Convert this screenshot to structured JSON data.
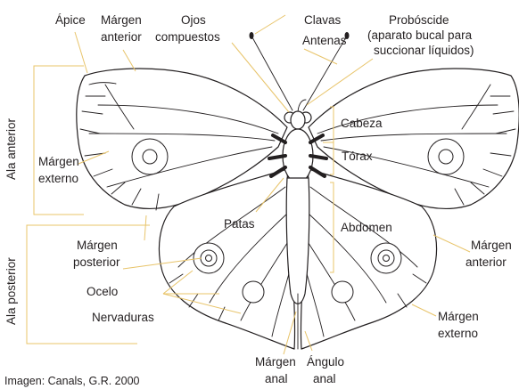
{
  "labels": {
    "apice": "Ápice",
    "margen_anterior_1": "Márgen",
    "margen_anterior_2": "anterior",
    "ojos_1": "Ojos",
    "ojos_2": "compuestos",
    "clavas": "Clavas",
    "proboscide_1": "Probóscide",
    "proboscide_2": "(aparato bucal para",
    "proboscide_3": "succionar líquidos)",
    "antenas": "Antenas",
    "cabeza": "Cabeza",
    "torax": "Tórax",
    "abdomen": "Abdomen",
    "patas": "Patas",
    "margen_externo_izq_1": "Márgen",
    "margen_externo_izq_2": "externo",
    "margen_posterior_1": "Márgen",
    "margen_posterior_2": "posterior",
    "ocelo": "Ocelo",
    "nervaduras": "Nervaduras",
    "margen_anal_1": "Márgen",
    "margen_anal_2": "anal",
    "angulo_anal_1": "Ángulo",
    "angulo_anal_2": "anal",
    "margen_anterior_der_1": "Márgen",
    "margen_anterior_der_2": "anterior",
    "margen_externo_der_1": "Márgen",
    "margen_externo_der_2": "externo",
    "ala_anterior": "Ala anterior",
    "ala_posterior": "Ala posterior"
  },
  "credit": "Imagen: Canals, G.R. 2000",
  "colors": {
    "leader": "#e8c46a",
    "ink": "#231f20"
  }
}
